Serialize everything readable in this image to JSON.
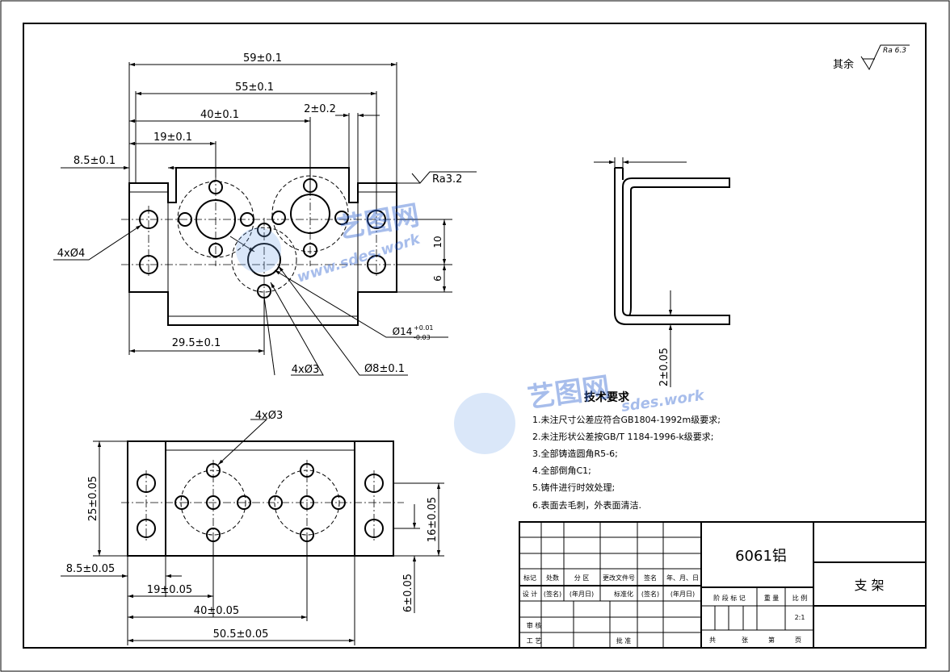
{
  "dims_top": {
    "d59": "59±0.1",
    "d55": "55±0.1",
    "d40": "40±0.1",
    "d2": "2±0.2",
    "d19": "19±0.1",
    "d85": "8.5±0.1",
    "hole4x4": "4xØ4",
    "hole4x3": "4xØ3",
    "d10": "10",
    "d6": "6",
    "d295": "29.5±0.1",
    "d14": "Ø14",
    "d14_upper": "+0.01",
    "d14_lower": "-0.03",
    "d8": "Ø8±0.1",
    "ra32": "Ra3.2"
  },
  "dims_bottom": {
    "hole4x3": "4xØ3",
    "d25": "25±0.05",
    "d16": "16±0.05",
    "d85": "8.5±0.05",
    "d19": "19±0.05",
    "d40": "40±0.05",
    "d505": "50.5±0.05",
    "d6": "6±0.05"
  },
  "dims_side": {
    "d2": "2±0.05"
  },
  "roughness": {
    "prefix": "其余",
    "value": "Ra 6.3"
  },
  "tech_req": {
    "title": "技术要求",
    "items": [
      "1.未注尺寸公差应符合GB1804-1992m级要求;",
      "2.未注形状公差按GB/T 1184-1996-k级要求;",
      "3.全部铸造圆角R5-6;",
      "4.全部倒角C1;",
      "5.铸件进行时效处理;",
      "6.表面去毛刺，外表面清洁."
    ]
  },
  "title_block": {
    "material": "6061铝",
    "part_name": "支 架",
    "row_labels": [
      "标记",
      "处数",
      "分 区",
      "更改文件号",
      "签名",
      "年、月、日"
    ],
    "design_labels": [
      "设 计",
      "(签名)",
      "(年月日)",
      "标准化",
      "(签名)",
      "(年月日)"
    ],
    "stage_labels": [
      "阶 段 标 记",
      "重 量",
      "比 例"
    ],
    "scale": "2:1",
    "review": "审 核",
    "process": "工 艺",
    "approve": "批 准",
    "sheet_labels": [
      "共",
      "张",
      "第",
      "页"
    ]
  },
  "watermark": {
    "brand": "艺图网",
    "url_a": "www.sdes.work",
    "url_b": "sdes.work"
  }
}
